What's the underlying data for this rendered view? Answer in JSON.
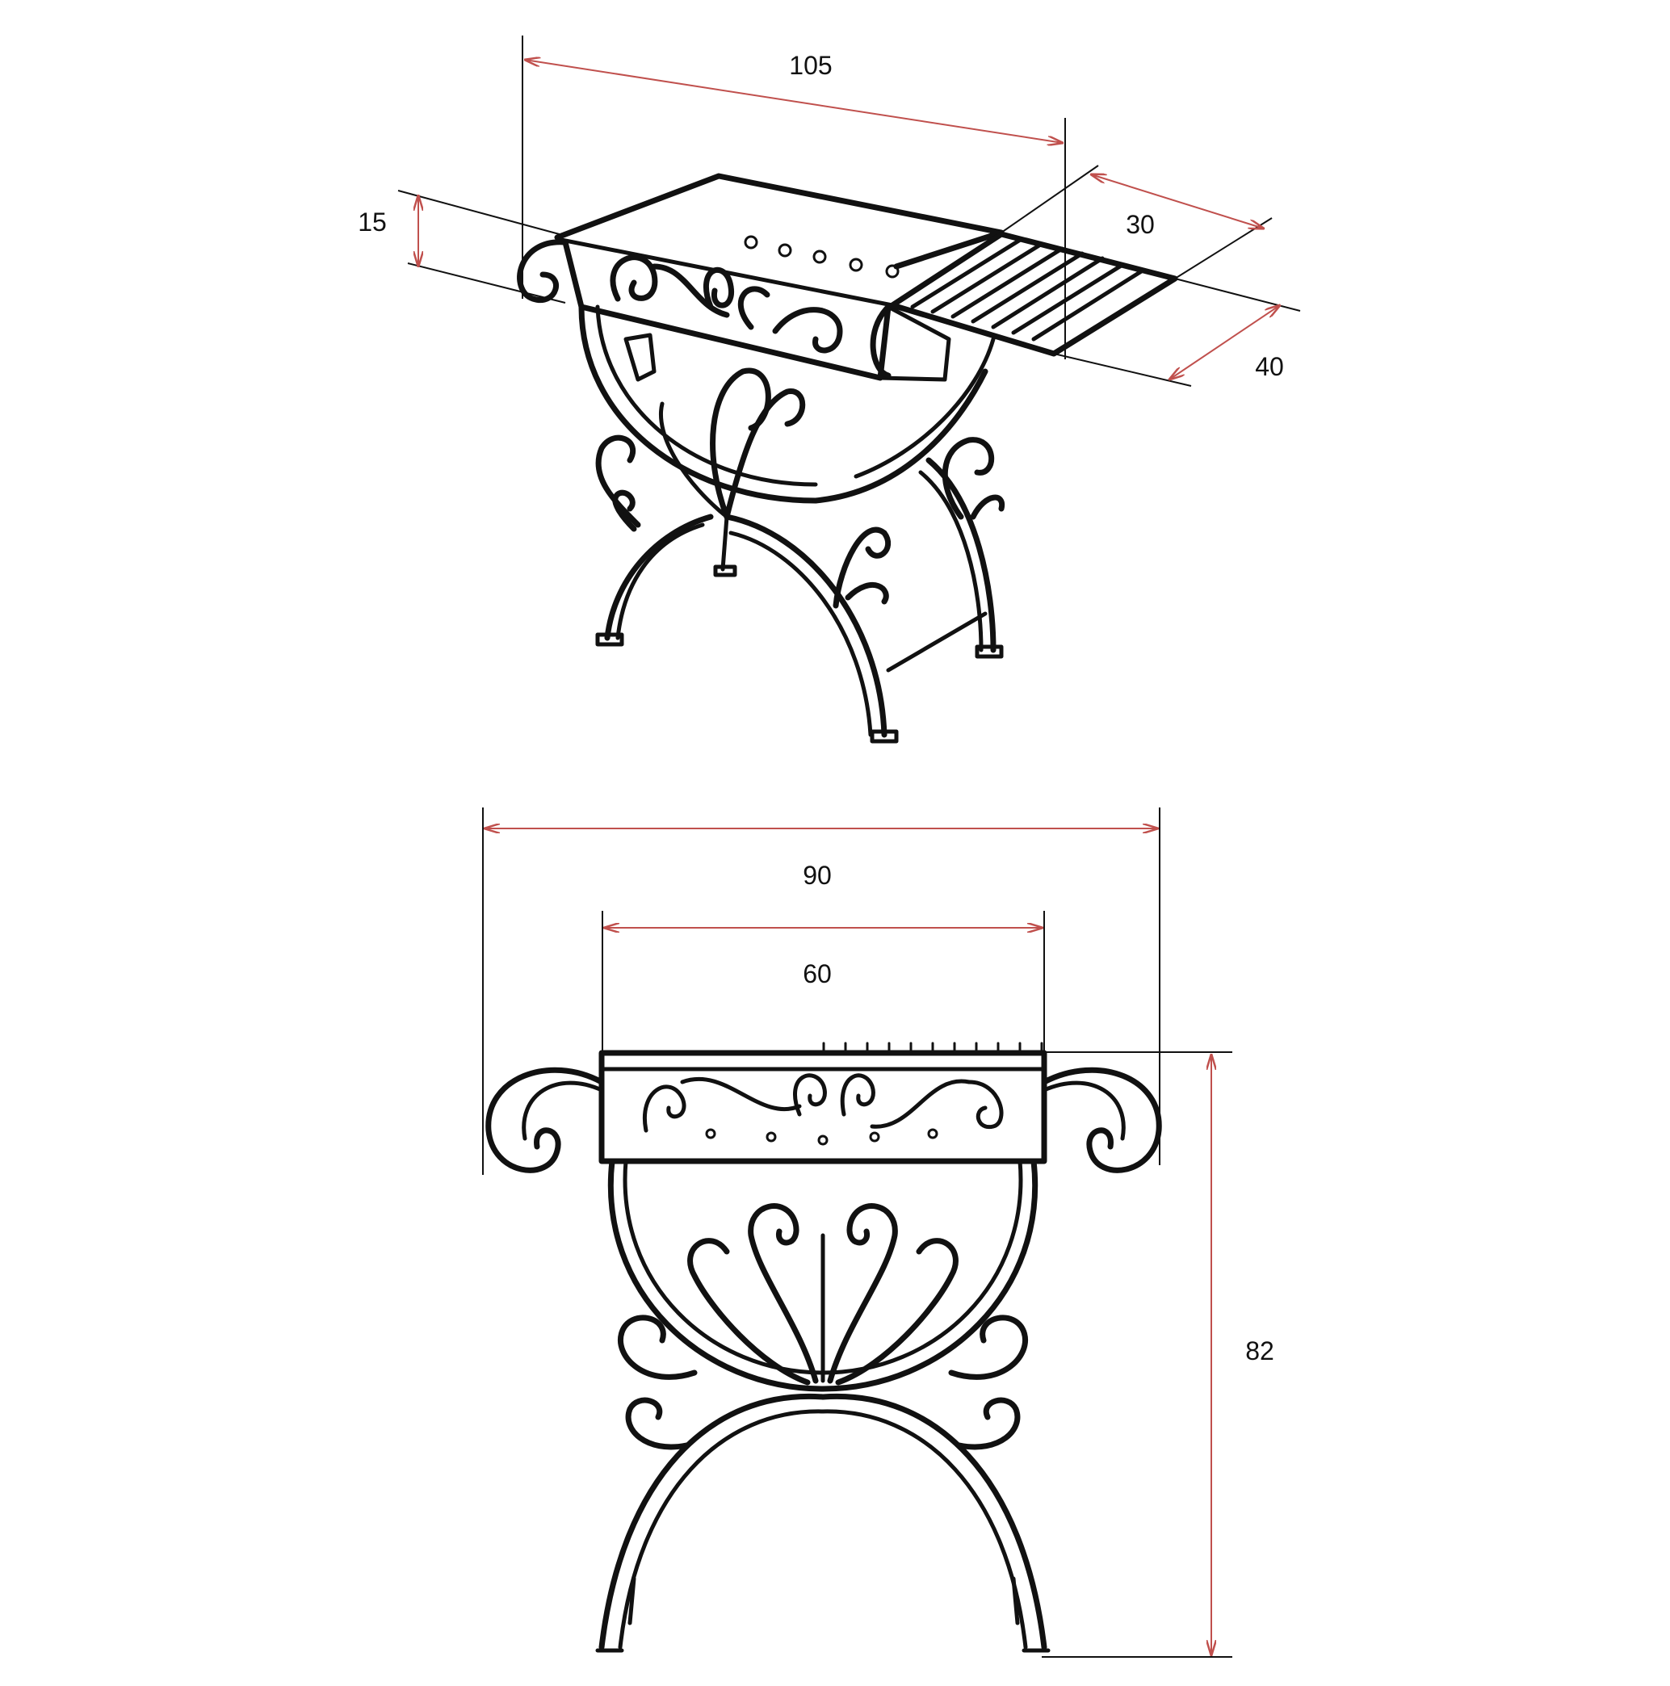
{
  "colors": {
    "ink": "#111111",
    "dimension": "#c0504d",
    "background": "#ffffff"
  },
  "perspective_view": {
    "dim_length": "105",
    "dim_height": "15",
    "dim_grate_depth": "30",
    "dim_depth": "40"
  },
  "front_view": {
    "dim_overall_width": "90",
    "dim_box_width": "60",
    "dim_overall_height": "82"
  }
}
